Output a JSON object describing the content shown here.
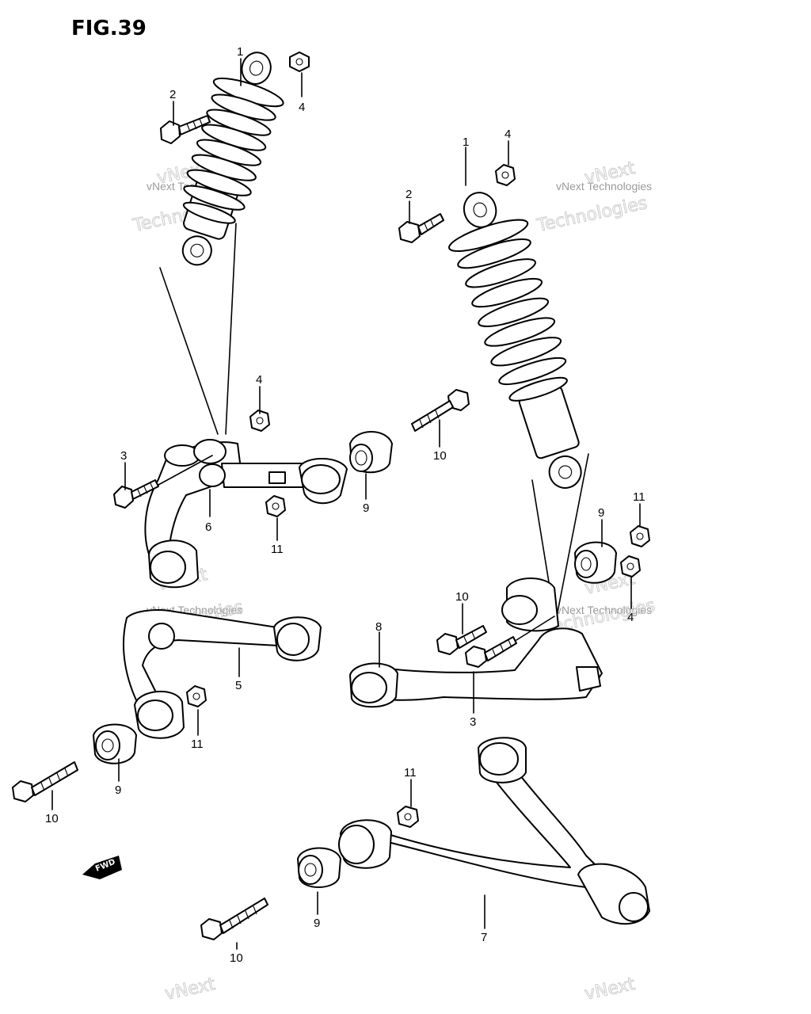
{
  "figure": {
    "title": "FIG.39"
  },
  "watermark": {
    "text": "vNext Technologies",
    "line1": "vNext",
    "line2": "Technologies"
  },
  "fwd_label": "FWD",
  "callouts": {
    "c1_left": "1",
    "c2_left": "2",
    "c4_left_top": "4",
    "c4_left_mid": "4",
    "c3_left": "3",
    "c6": "6",
    "c11_left_mid": "11",
    "c9_mid": "9",
    "c10_mid": "10",
    "c5": "5",
    "c11_left_low": "11",
    "c9_left_low": "9",
    "c10_left_low": "10",
    "c1_right": "1",
    "c4_right_top": "4",
    "c2_right": "2",
    "c9_right": "9",
    "c11_right": "11",
    "c10_right": "10",
    "c4_right_low": "4",
    "c8": "8",
    "c3_right": "3",
    "c11_bottom": "11",
    "c9_bottom": "9",
    "c10_bottom": "10",
    "c7": "7"
  }
}
